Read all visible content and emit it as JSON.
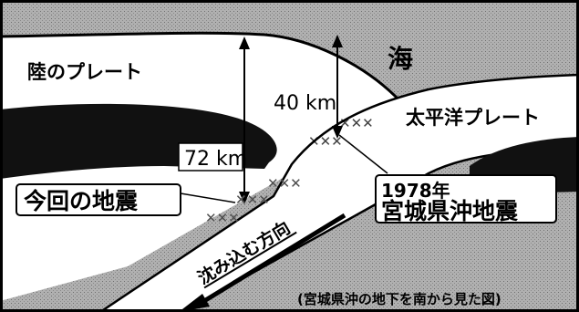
{
  "labels": {
    "land_plate": "陸のプレート",
    "sea": "海",
    "pacific_plate": "太平洋プレート",
    "depth_40": "40 km",
    "depth_72": "72 km",
    "this_quake": "今回の地震",
    "quake_1978_year": "1978年",
    "quake_1978_name": "宮城県沖地震",
    "subduction_direction": "沈み込む方向",
    "caption": "(宮城県沖の地下を南から見た図)"
  },
  "colors": {
    "frame": "#000000",
    "land_fill": "#ffffff",
    "ocean_fill": "#a9a9a9",
    "dark_mass": "#111111",
    "plate_fill": "#ffffff",
    "label_box": "#ffffff"
  }
}
